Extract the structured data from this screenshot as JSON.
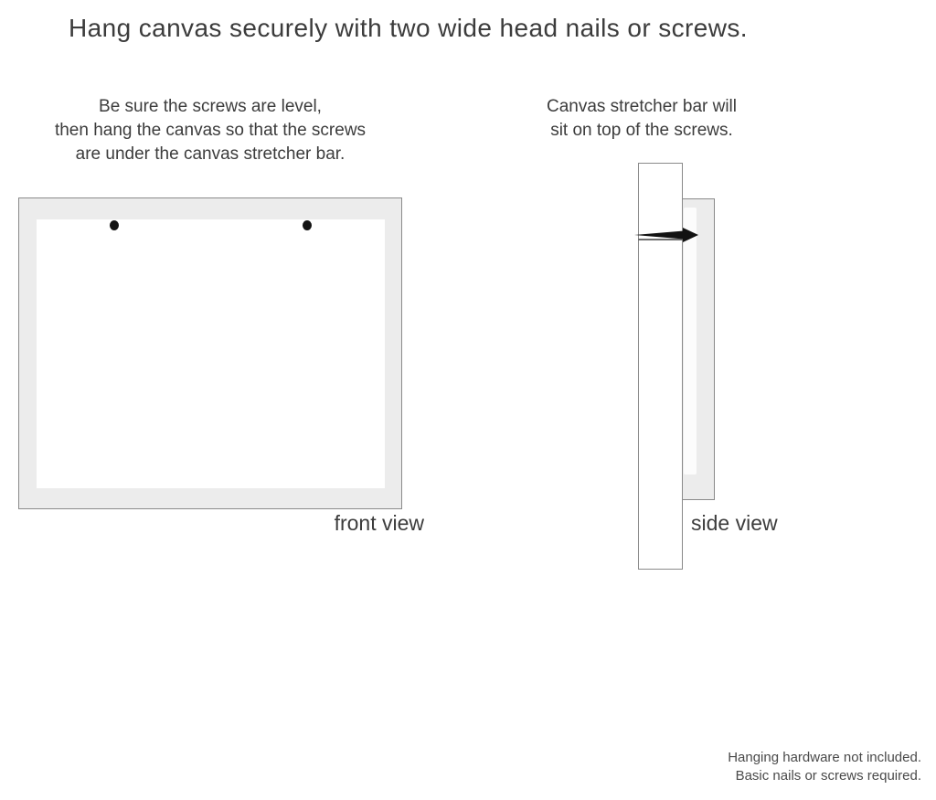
{
  "title": "Hang canvas securely with two wide head nails or screws.",
  "instructions": {
    "left_lines": [
      "Be sure the screws are level,",
      "then hang the canvas so that the screws",
      "are under the canvas stretcher bar."
    ],
    "right_lines": [
      "Canvas stretcher bar will",
      "sit on top of the screws."
    ]
  },
  "labels": {
    "front_view": "front view",
    "side_view": "side view"
  },
  "footer_lines": [
    "Hanging hardware not included.",
    "Basic nails or screws required."
  ],
  "icons": {
    "screws": "screw-dot",
    "nail": "nail-icon"
  },
  "colors": {
    "background": "#ffffff",
    "canvas_fill": "#ececec",
    "canvas_border": "#8a8a8a",
    "text_primary": "#3c3c3c",
    "text_secondary": "#4a4a4a",
    "nail_black": "#121212"
  }
}
